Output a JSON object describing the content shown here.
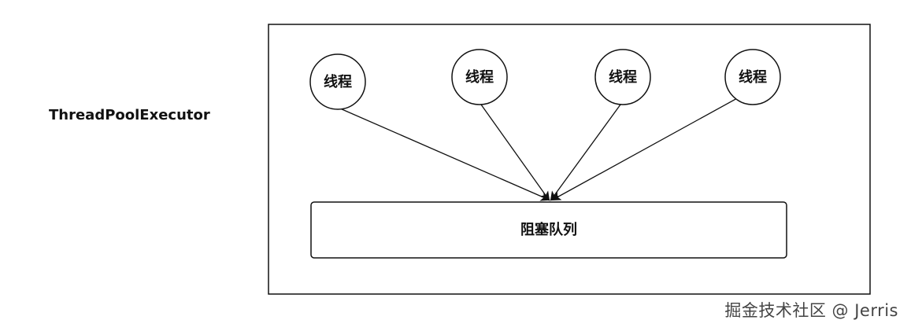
{
  "diagram": {
    "container_label": "ThreadPoolExecutor",
    "threads": [
      {
        "label": "线程"
      },
      {
        "label": "线程"
      },
      {
        "label": "线程"
      },
      {
        "label": "线程"
      }
    ],
    "queue_label": "阻塞队列",
    "edges": [
      {
        "from": "thread-1",
        "to": "blocking-queue"
      },
      {
        "from": "thread-2",
        "to": "blocking-queue"
      },
      {
        "from": "thread-3",
        "to": "blocking-queue"
      },
      {
        "from": "thread-4",
        "to": "blocking-queue"
      }
    ]
  },
  "watermark": "掘金技术社区 @ Jerris"
}
